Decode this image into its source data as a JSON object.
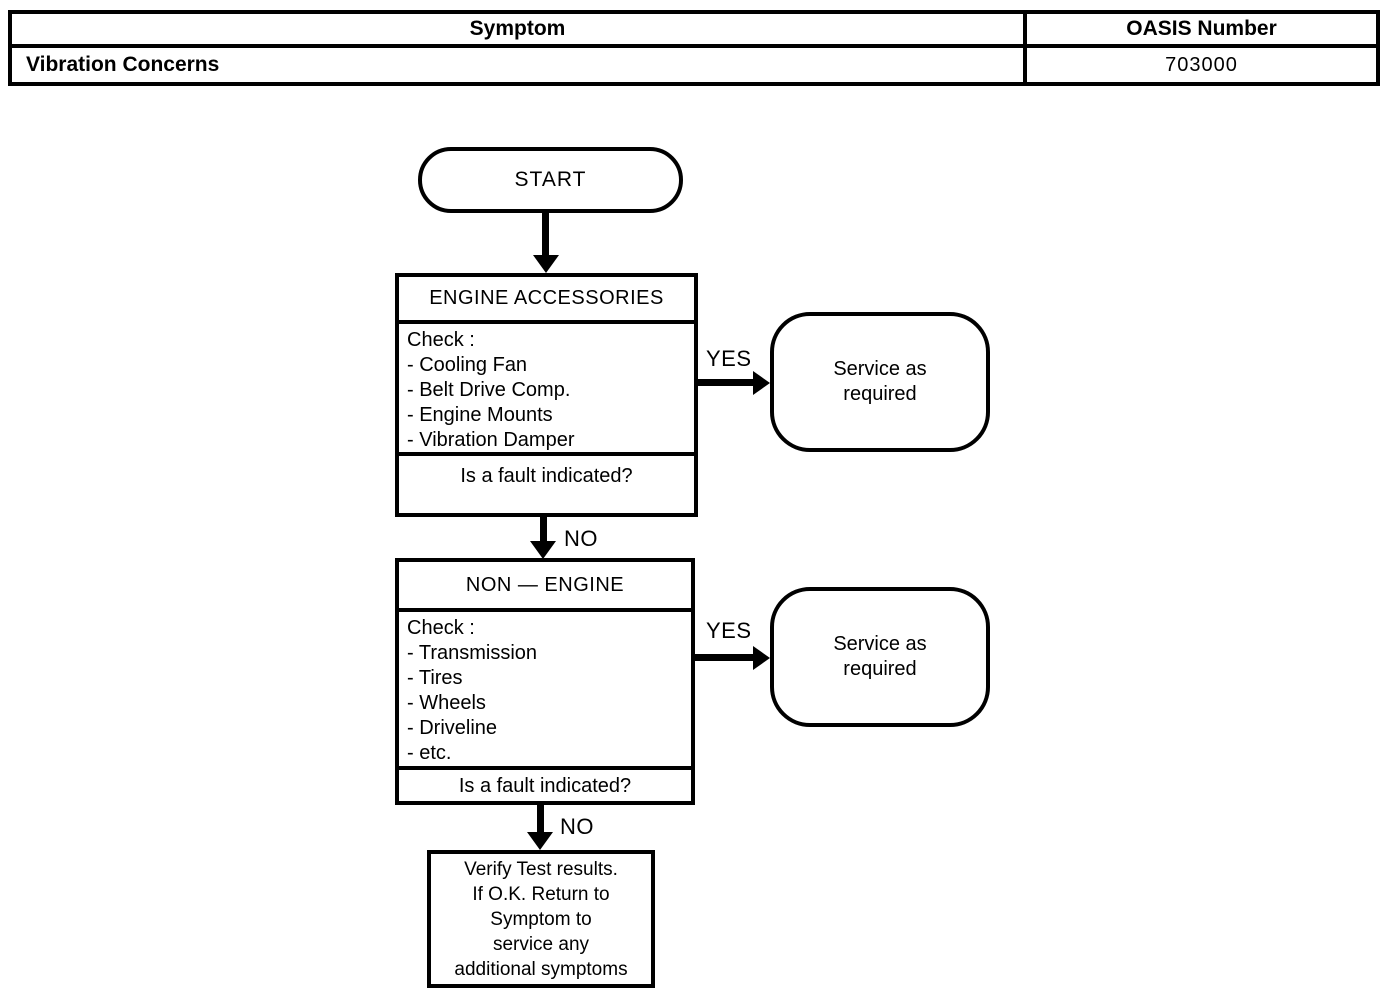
{
  "colors": {
    "ink": "#000000",
    "paper": "#ffffff"
  },
  "symptom_table": {
    "header": {
      "symptom": "Symptom",
      "oasis": "OASIS Number"
    },
    "row": {
      "symptom": "Vibration Concerns",
      "oasis": "703000"
    }
  },
  "flowchart": {
    "start_label": "START",
    "yes_label": "YES",
    "no_label": "NO",
    "steps": [
      {
        "title": "ENGINE ACCESSORIES",
        "check_heading": "Check :",
        "check_items": [
          "- Cooling Fan",
          "- Belt Drive Comp.",
          "- Engine Mounts",
          "- Vibration Damper"
        ],
        "question": "Is a fault indicated?",
        "yes_outcome": "Service as\nrequired"
      },
      {
        "title": "NON — ENGINE",
        "check_heading": "Check :",
        "check_items": [
          "- Transmission",
          "- Tires",
          "- Wheels",
          "- Driveline",
          "- etc."
        ],
        "question": "Is a fault indicated?",
        "yes_outcome": "Service as\nrequired"
      }
    ],
    "end_note": "Verify Test results.\nIf O.K. Return to\nSymptom to\nservice any\nadditional symptoms"
  }
}
